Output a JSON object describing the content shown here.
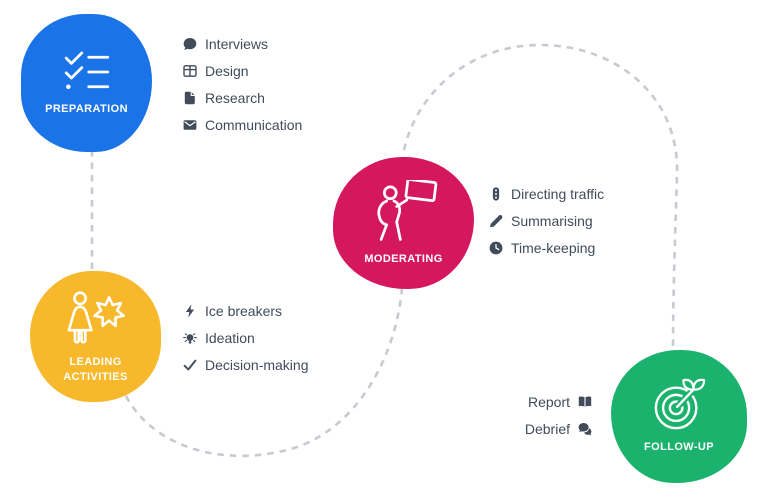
{
  "colors": {
    "background": "#FFFFFF",
    "connector_dash": "#C7CAD0",
    "text": "#414B59",
    "preparation_blue": "#1B73E8",
    "moderating_pink": "#D4175E",
    "leading_yellow": "#F7B82B",
    "followup_green": "#1AB26C"
  },
  "stages": [
    {
      "name": "preparation",
      "label": "PREPARATION",
      "circle_color": "#1B73E8",
      "icon": "checklist-icon",
      "items": [
        {
          "icon": "speech-bubble-icon",
          "label": "Interviews"
        },
        {
          "icon": "table-icon",
          "label": "Design"
        },
        {
          "icon": "document-icon",
          "label": "Research"
        },
        {
          "icon": "envelope-icon",
          "label": "Communication"
        }
      ]
    },
    {
      "name": "moderating",
      "label": "MODERATING",
      "circle_color": "#D4175E",
      "icon": "presenter-with-sign-icon",
      "items": [
        {
          "icon": "traffic-light-icon",
          "label": "Directing traffic"
        },
        {
          "icon": "pencil-icon",
          "label": "Summarising"
        },
        {
          "icon": "clock-icon",
          "label": "Time-keeping"
        }
      ]
    },
    {
      "name": "leading-activities",
      "label": "LEADING ACTIVITIES",
      "circle_color": "#F7B82B",
      "icon": "person-star-icon",
      "items": [
        {
          "icon": "lightning-icon",
          "label": "Ice breakers"
        },
        {
          "icon": "idea-bulb-icon",
          "label": "Ideation"
        },
        {
          "icon": "checkmark-icon",
          "label": "Decision-making"
        }
      ]
    },
    {
      "name": "follow-up",
      "label": "FOLLOW-UP",
      "circle_color": "#1AB26C",
      "icon": "target-dart-icon",
      "items": [
        {
          "icon": "open-book-icon",
          "label": "Report"
        },
        {
          "icon": "chat-bubbles-icon",
          "label": "Debrief"
        }
      ]
    }
  ]
}
